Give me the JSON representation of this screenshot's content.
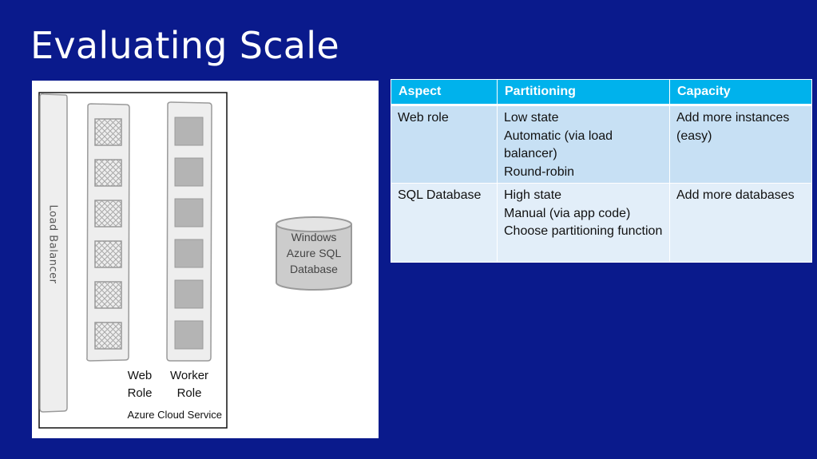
{
  "title": "Evaluating Scale",
  "diagram": {
    "load_balancer_label": "Load Balancer",
    "web_role_label": [
      "Web",
      "Role"
    ],
    "worker_role_label": [
      "Worker",
      "Role"
    ],
    "cloud_service_label": "Azure Cloud Service",
    "database_label": [
      "Windows",
      "Azure SQL",
      "Database"
    ],
    "web_instance_count": 6,
    "worker_instance_count": 6
  },
  "table": {
    "headers": [
      "Aspect",
      "Partitioning",
      "Capacity"
    ],
    "rows": [
      {
        "aspect": "Web role",
        "partitioning": [
          "Low state",
          "Automatic (via load balancer)",
          "Round-robin"
        ],
        "capacity": [
          "Add more instances (easy)"
        ]
      },
      {
        "aspect": "SQL Database",
        "partitioning": [
          "High state",
          "Manual (via app code)",
          "Choose partitioning function"
        ],
        "capacity": [
          "Add more databases"
        ]
      }
    ]
  },
  "colors": {
    "background": "#0a1a8c",
    "table_header": "#00b2ec",
    "row_a": "#c7e0f4",
    "row_b": "#e2eef9"
  }
}
